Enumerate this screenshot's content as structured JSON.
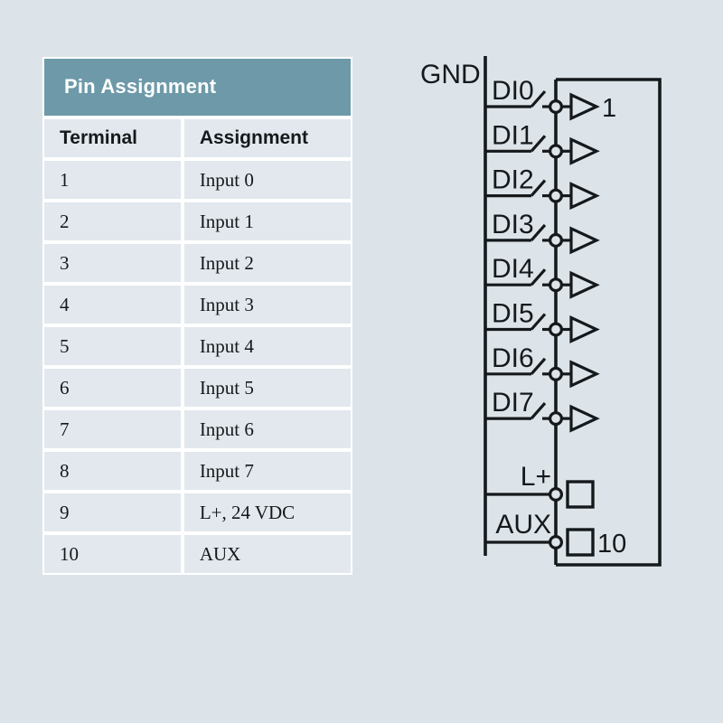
{
  "page": {
    "background_color": "#dde4e9",
    "accent_color": "#6d99a8",
    "cell_color": "#e2e8ed",
    "line_color": "#15191c"
  },
  "table": {
    "title": "Pin Assignment",
    "columns": [
      "Terminal",
      "Assignment"
    ],
    "rows": [
      {
        "terminal": "1",
        "assignment": "Input 0"
      },
      {
        "terminal": "2",
        "assignment": "Input 1"
      },
      {
        "terminal": "3",
        "assignment": "Input 2"
      },
      {
        "terminal": "4",
        "assignment": "Input 3"
      },
      {
        "terminal": "5",
        "assignment": "Input 4"
      },
      {
        "terminal": "6",
        "assignment": "Input 5"
      },
      {
        "terminal": "7",
        "assignment": "Input 6"
      },
      {
        "terminal": "8",
        "assignment": "Input 7"
      },
      {
        "terminal": "9",
        "assignment": "L+, 24 VDC"
      },
      {
        "terminal": "10",
        "assignment": "AUX"
      }
    ]
  },
  "diagram": {
    "ground_label": "GND",
    "first_channel_number": "1",
    "last_terminal_number": "10",
    "channels": [
      {
        "label": "DI0",
        "symbol": "buffer-triangle"
      },
      {
        "label": "DI1",
        "symbol": "buffer-triangle"
      },
      {
        "label": "DI2",
        "symbol": "buffer-triangle"
      },
      {
        "label": "DI3",
        "symbol": "buffer-triangle"
      },
      {
        "label": "DI4",
        "symbol": "buffer-triangle"
      },
      {
        "label": "DI5",
        "symbol": "buffer-triangle"
      },
      {
        "label": "DI6",
        "symbol": "buffer-triangle"
      },
      {
        "label": "DI7",
        "symbol": "buffer-triangle"
      }
    ],
    "power_terminals": [
      {
        "label": "L+",
        "symbol": "square-terminal",
        "number": ""
      },
      {
        "label": "AUX",
        "symbol": "square-terminal",
        "number": "10"
      }
    ]
  }
}
